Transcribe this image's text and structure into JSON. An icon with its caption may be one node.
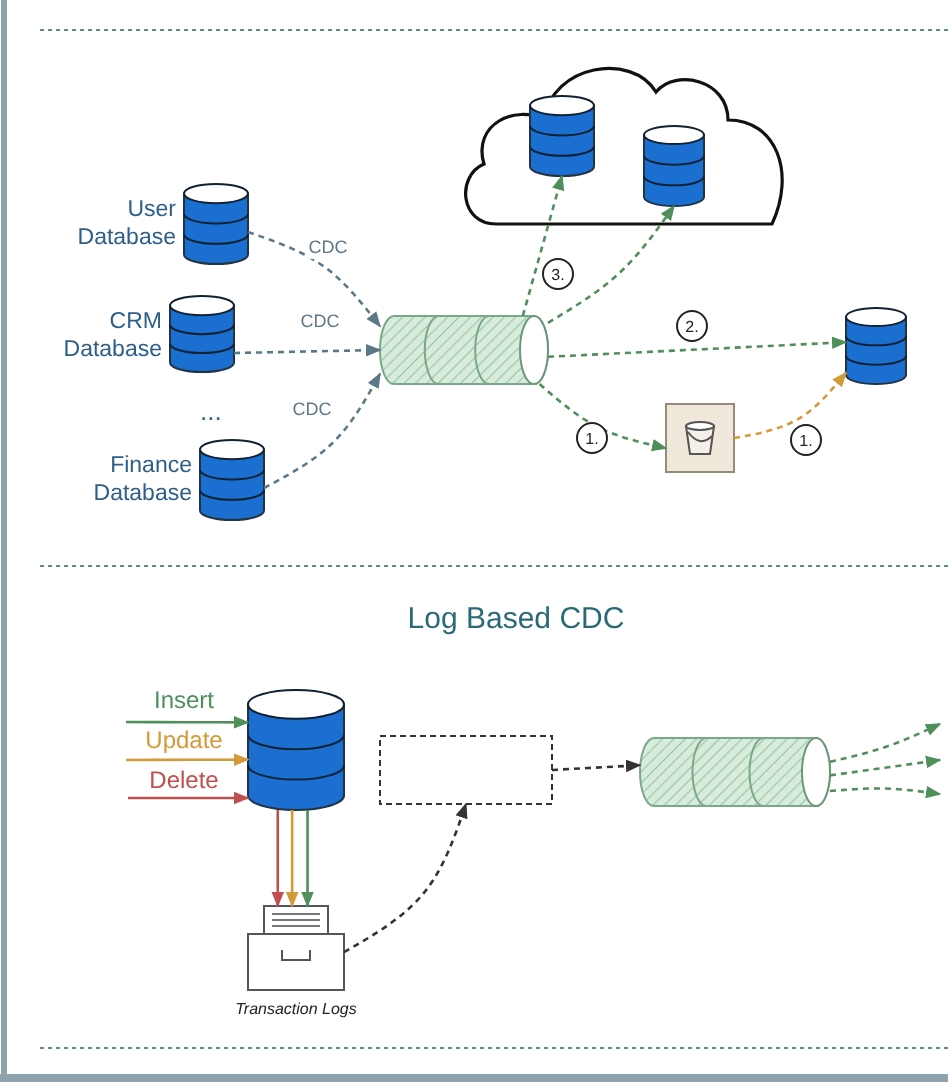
{
  "diagram": {
    "title": "Log Based CDC",
    "nodes": [
      {
        "text": [],
        "shape": "cylinder",
        "beside": [
          "User Database"
        ]
      },
      {
        "text": [],
        "shape": "cylinder",
        "beside": [
          "CRM Database"
        ]
      },
      {
        "text": [],
        "shape": "cylinder",
        "beside": [
          "Finance Database"
        ]
      },
      {
        "text": [],
        "shape": "cylinder"
      },
      {
        "text": [],
        "shape": "cloud"
      },
      {
        "text": [],
        "shape": "cylinder",
        "in": 4
      },
      {
        "text": [],
        "shape": "cylinder",
        "in": 4
      },
      {
        "text": [],
        "shape": "cylinder"
      },
      {
        "text": [],
        "shape": "box"
      },
      {
        "text": [],
        "shape": "cylinder"
      },
      {
        "text": [],
        "shape": "box"
      },
      {
        "text": [],
        "shape": "cylinder"
      },
      {
        "text": [],
        "shape": "drawer",
        "beside": [
          "Transaction Logs"
        ]
      }
    ],
    "edges": [
      {
        "from": 0,
        "to": 3,
        "arrow": "to",
        "label": "CDC",
        "style": "dashed",
        "color": "#5a7888"
      },
      {
        "from": 1,
        "to": 3,
        "arrow": "to",
        "label": "CDC",
        "style": "dashed",
        "color": "#5a7888"
      },
      {
        "from": 2,
        "to": 3,
        "arrow": "to",
        "label": "CDC",
        "style": "dashed",
        "color": "#5a7888"
      },
      {
        "from": 3,
        "to": 5,
        "arrow": "to",
        "label": "3.",
        "style": "dashed"
      },
      {
        "from": 3,
        "to": 6,
        "arrow": "to",
        "style": "dashed"
      },
      {
        "from": 3,
        "to": 7,
        "arrow": "to",
        "label": "2.",
        "style": "dashed"
      },
      {
        "from": 3,
        "to": 8,
        "arrow": "to",
        "label": "1.",
        "style": "dashed"
      },
      {
        "from": 8,
        "to": 7,
        "arrow": "to",
        "label": "1.",
        "style": "dashed",
        "color": "#d49a3a"
      },
      {
        "from": null,
        "to": 9,
        "arrow": "to",
        "label": "Insert"
      },
      {
        "from": null,
        "to": 9,
        "arrow": "to",
        "label": "Update",
        "color": "#d49a3a"
      },
      {
        "from": null,
        "to": 9,
        "arrow": "to",
        "label": "Delete",
        "color": "#c0504d"
      },
      {
        "from": 9,
        "to": 12,
        "arrow": "to",
        "color": "#c0504d"
      },
      {
        "from": 9,
        "to": 12,
        "arrow": "to",
        "color": "#d49a3a"
      },
      {
        "from": 9,
        "to": 12,
        "arrow": "to"
      },
      {
        "from": 12,
        "to": 10,
        "arrow": "to",
        "style": "dashed",
        "color": "#333333"
      },
      {
        "from": 10,
        "to": 11,
        "arrow": "to",
        "style": "dashed",
        "color": "#333333"
      },
      {
        "from": 11,
        "to": null,
        "arrow": "to",
        "style": "dashed"
      },
      {
        "from": 11,
        "to": null,
        "arrow": "to",
        "style": "dashed"
      },
      {
        "from": 11,
        "to": null,
        "arrow": "to",
        "style": "dashed"
      }
    ],
    "labels": [
      "..."
    ]
  }
}
